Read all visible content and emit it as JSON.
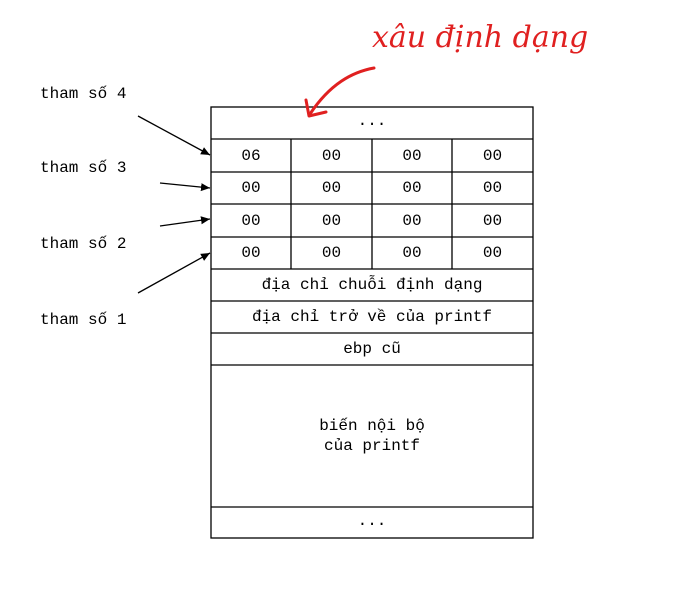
{
  "annotation": {
    "text": "xâu định dạng",
    "color": "#e02020"
  },
  "labels": {
    "param4": "tham số 4",
    "param3": "tham số 3",
    "param2": "tham số 2",
    "param1": "tham số 1"
  },
  "stack": {
    "top_ellipsis": "...",
    "bytes": [
      [
        "06",
        "00",
        "00",
        "00"
      ],
      [
        "00",
        "00",
        "00",
        "00"
      ],
      [
        "00",
        "00",
        "00",
        "00"
      ],
      [
        "00",
        "00",
        "00",
        "00"
      ]
    ],
    "format_addr": "địa chỉ chuỗi định dạng",
    "return_addr": "địa chỉ trở về của printf",
    "old_ebp": "ebp cũ",
    "locals_line1": "biến nội bộ",
    "locals_line2": "của printf",
    "bottom_ellipsis": "..."
  }
}
